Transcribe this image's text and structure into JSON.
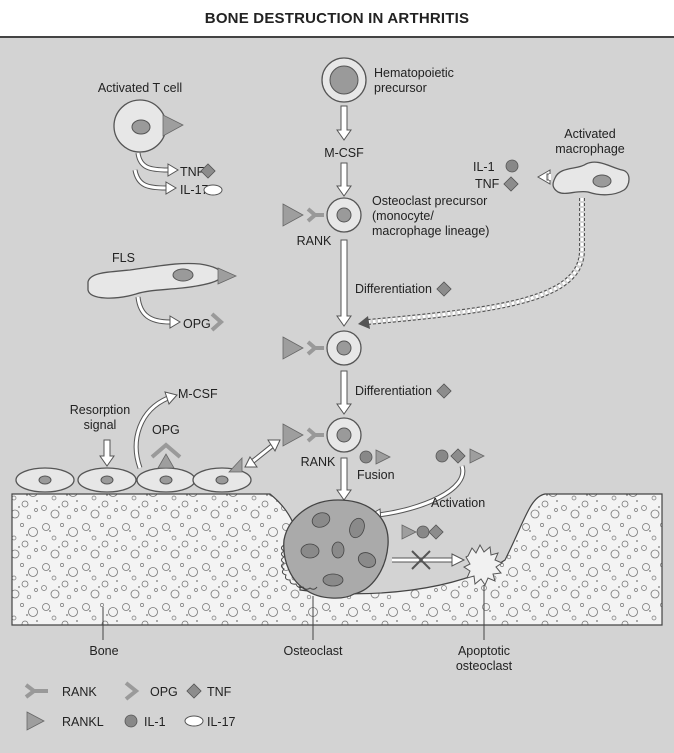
{
  "title": "BONE DESTRUCTION IN ARTHRITIS",
  "labels": {
    "activated_t_cell": "Activated T cell",
    "tnf": "TNF",
    "il17": "IL-17",
    "hematopoietic_line1": "Hematopoietic",
    "hematopoietic_line2": "precursor",
    "mcsf": "M-CSF",
    "osteoclast_precursor_line1": "Osteoclast precursor",
    "osteoclast_precursor_line2": "(monocyte/",
    "osteoclast_precursor_line3": "macrophage lineage)",
    "rank": "RANK",
    "activated_macrophage_line1": "Activated",
    "activated_macrophage_line2": "macrophage",
    "il1": "IL-1",
    "fls": "FLS",
    "opg": "OPG",
    "differentiation": "Differentiation",
    "resorption_line1": "Resorption",
    "resorption_line2": "signal",
    "fusion": "Fusion",
    "activation": "Activation",
    "bone": "Bone",
    "osteoclast": "Osteoclast",
    "apoptotic_line1": "Apoptotic",
    "apoptotic_line2": "osteoclast"
  },
  "legend": {
    "rank": "RANK",
    "opg": "OPG",
    "tnf": "TNF",
    "rankl": "RANKL",
    "il1": "IL-1",
    "il17": "IL-17"
  },
  "colors": {
    "background": "#d3d3d3",
    "bone_fill": "#f2f2f2",
    "cell_fill": "#e7e7e7",
    "nucleus_fill": "#9a9a9a"
  }
}
